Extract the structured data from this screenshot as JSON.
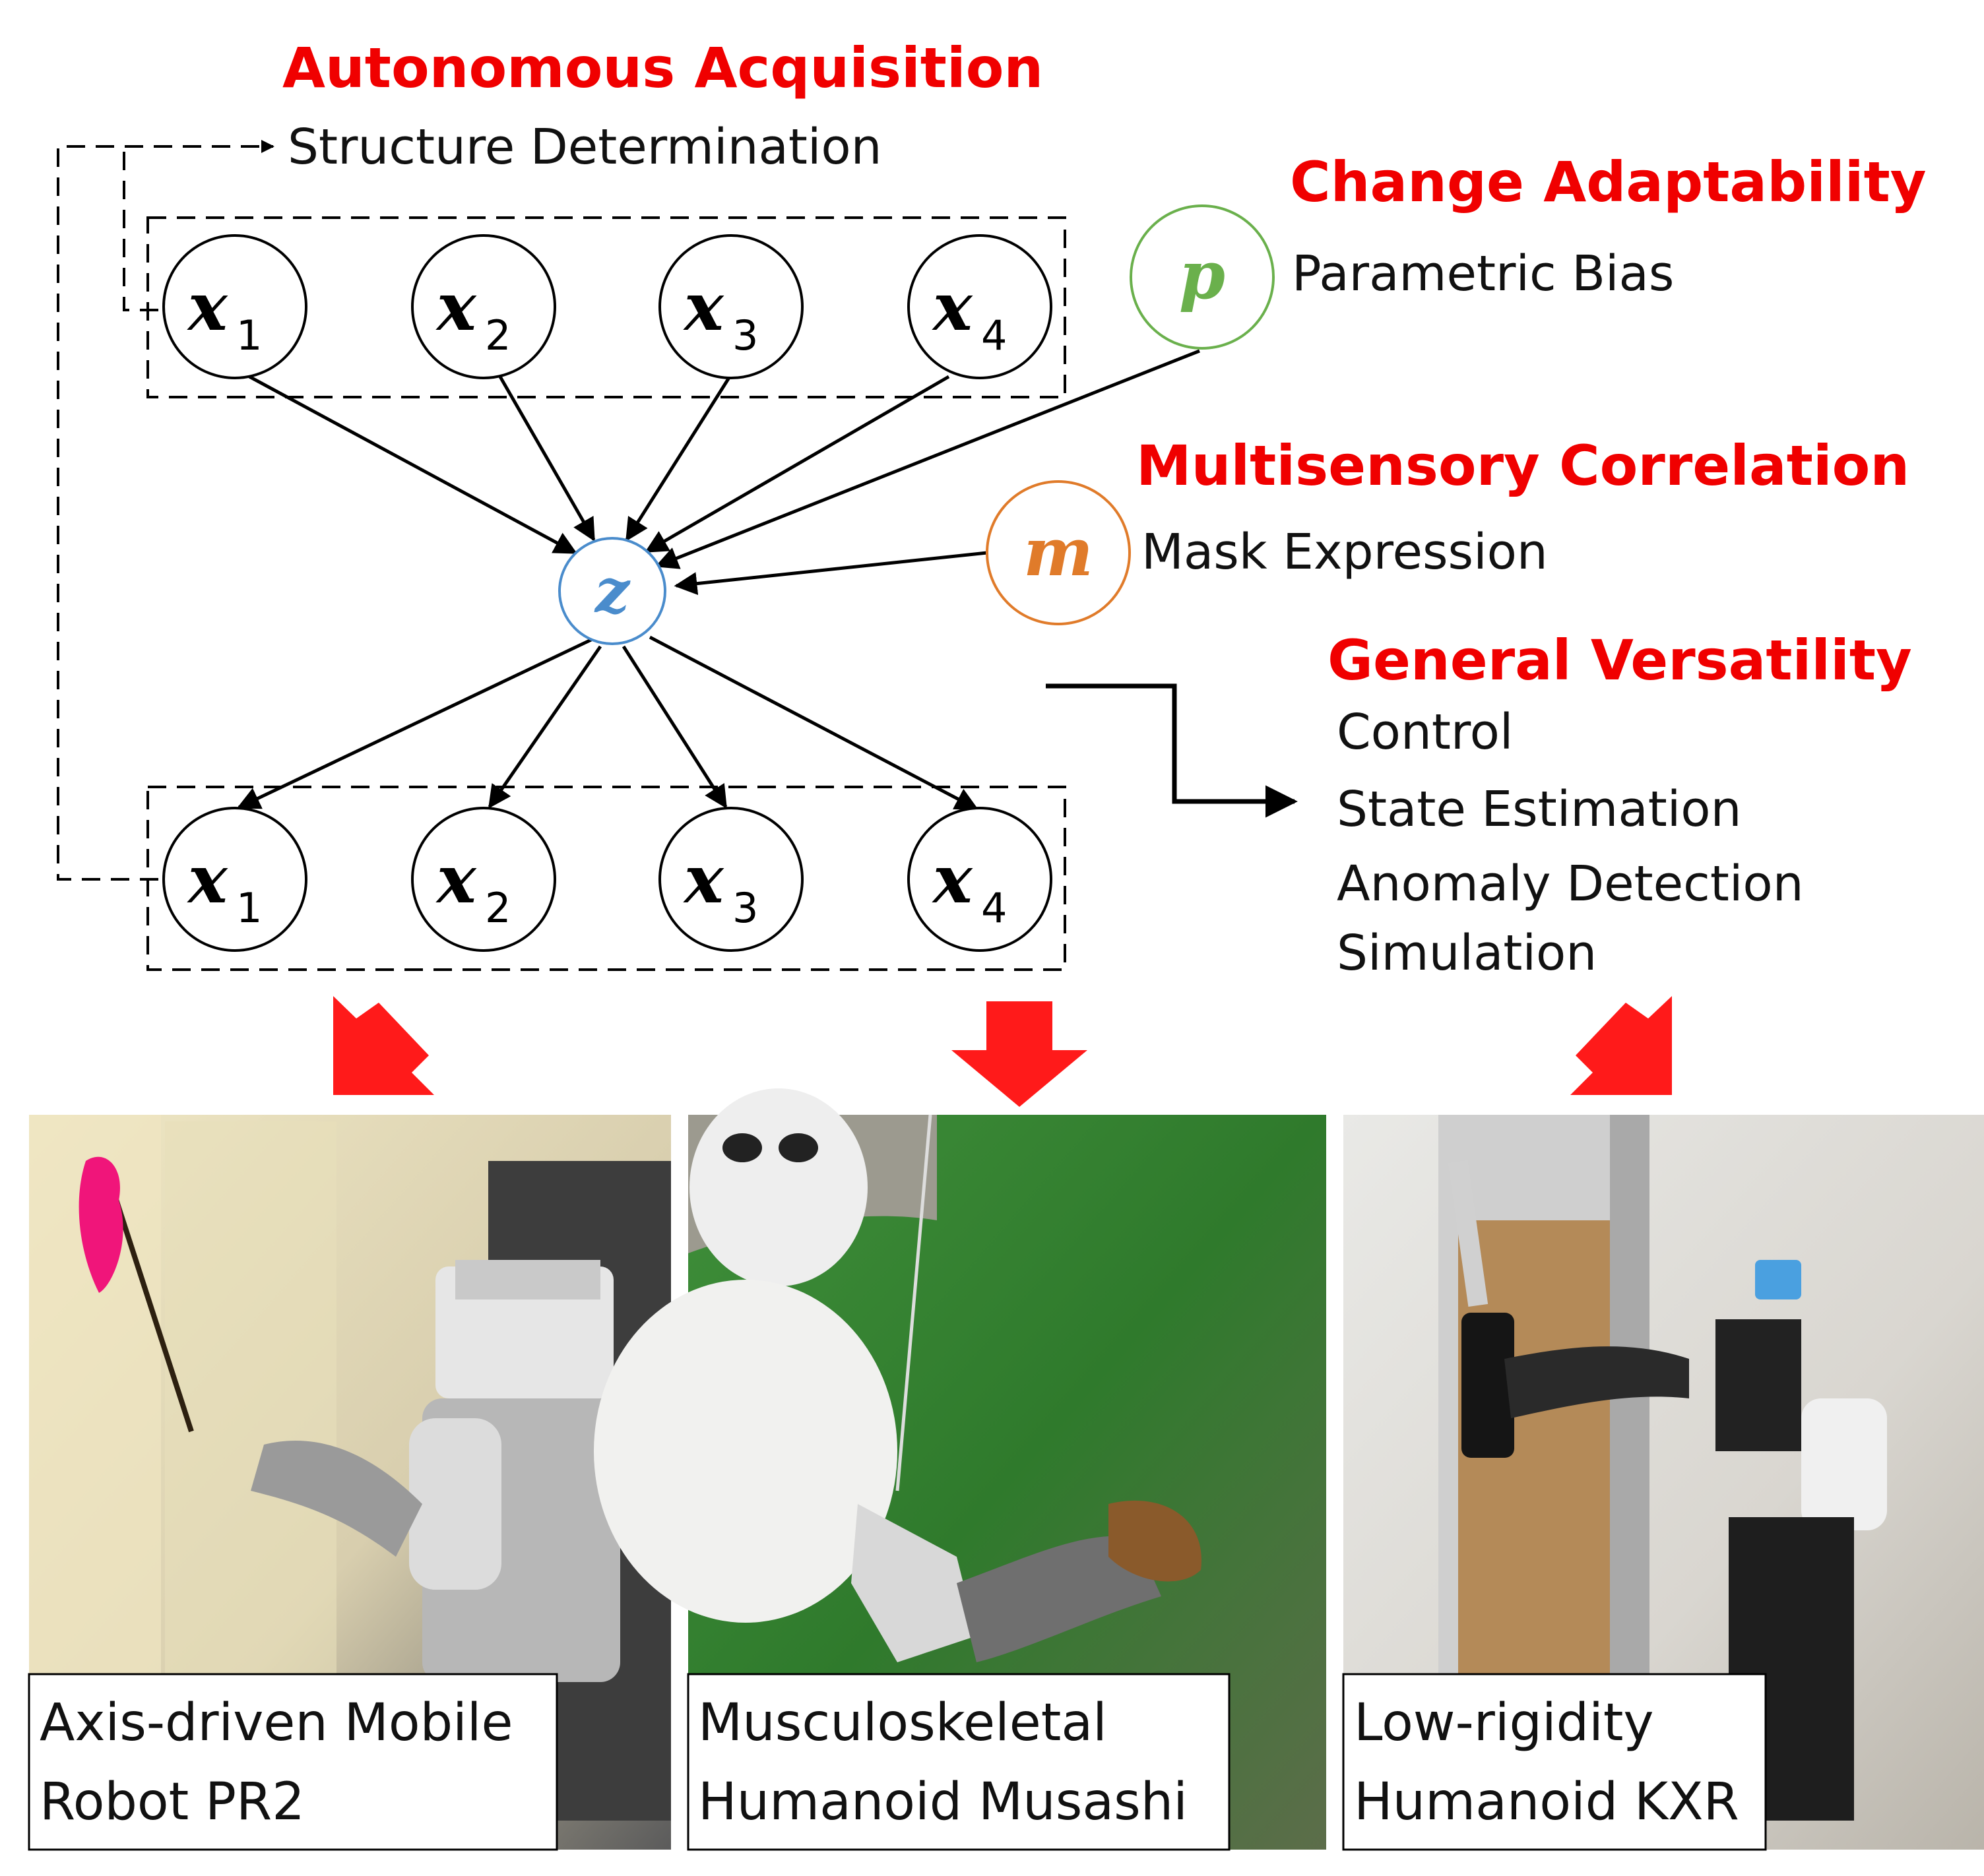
{
  "headings": {
    "autonomous": "Autonomous Acquisition",
    "structure": "Structure Determination",
    "change": "Change Adaptability",
    "parametric": "Parametric Bias",
    "multisensory": "Multisensory Correlation",
    "mask": "Mask Expression",
    "general": "General Versatility"
  },
  "applications": [
    "Control",
    "State Estimation",
    "Anomaly Detection",
    "Simulation"
  ],
  "nodes": {
    "var_letter": "x",
    "inputs": [
      "1",
      "2",
      "3",
      "4"
    ],
    "outputs": [
      "1",
      "2",
      "3",
      "4"
    ],
    "latent": "z",
    "bias": "p",
    "mask": "m"
  },
  "robots": [
    {
      "line1": "Axis-driven Mobile",
      "line2": "Robot PR2"
    },
    {
      "line1": "Musculoskeletal",
      "line2": "Humanoid Musashi"
    },
    {
      "line1": "Low-rigidity",
      "line2": "Humanoid KXR"
    }
  ],
  "colors": {
    "heading": "#f00000",
    "latent": "#4a8ccc",
    "bias": "#6ab04c",
    "mask": "#e07b2a",
    "arrow_red": "#ff1a1a"
  }
}
